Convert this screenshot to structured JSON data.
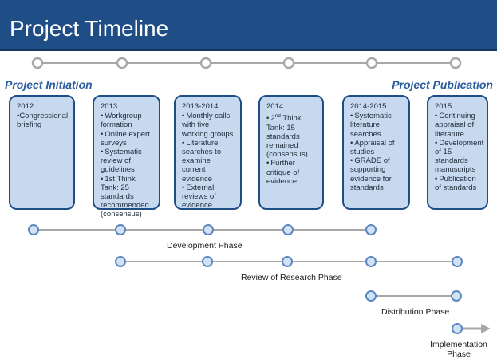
{
  "header": {
    "title": "Project Timeline"
  },
  "milestones": {
    "initiation": "Project Initiation",
    "publication": "Project Publication"
  },
  "periods": [
    {
      "year": "2012",
      "items": [
        "•Congressional briefing"
      ],
      "bulleted": false
    },
    {
      "year": "2013",
      "items": [
        "Workgroup formation",
        "Online expert surveys",
        "Systematic review of guidelines",
        "1st Think Tank: 25 standards recommended (consensus)"
      ],
      "bulleted": true
    },
    {
      "year": "2013-2014",
      "items": [
        "Monthly calls with five working groups",
        "Literature searches to examine current evidence",
        "External reviews of evidence"
      ],
      "bulleted": true
    },
    {
      "year": "2014",
      "items": [
        "2nd Think Tank: 15 standards remained (consensus)",
        "Further critique of evidence"
      ],
      "bulleted": true
    },
    {
      "year": "2014-2015",
      "items": [
        "Systematic literature searches",
        "Appraisal of studies",
        "GRADE of supporting evidence for standards"
      ],
      "bulleted": true
    },
    {
      "year": "2015",
      "items": [
        "Continuing appraisal of literature",
        "Development of 15 standards manuscripts",
        "Publication of standards"
      ],
      "bulleted": true
    }
  ],
  "phases": {
    "development": "Development Phase",
    "review": "Review of Research Phase",
    "distribution": "Distribution Phase",
    "implementation": "Implementation Phase"
  },
  "colors": {
    "header": "#1f4e86",
    "box_fill": "#c6d9ee",
    "box_border": "#1f4e86",
    "milestone_text": "#2b5d9f",
    "node_fill": "#d0e2f3",
    "node_stroke": "#5b87c2",
    "top_node_stroke": "#a8a8a8",
    "connector": "#a8a8a8"
  }
}
